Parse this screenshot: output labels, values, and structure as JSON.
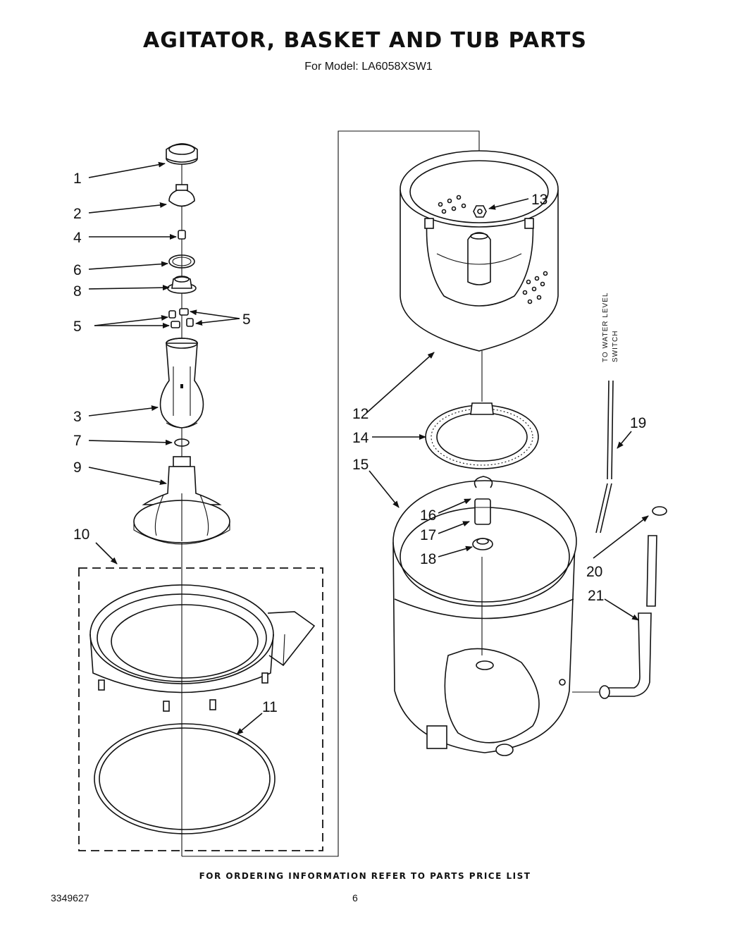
{
  "title": "AGITATOR, BASKET AND TUB PARTS",
  "subtitle": "For Model: LA6058XSW1",
  "callouts": {
    "c1": "1",
    "c2": "2",
    "c3": "3",
    "c4": "4",
    "c5a": "5",
    "c5b": "5",
    "c6": "6",
    "c7": "7",
    "c8": "8",
    "c9": "9",
    "c10": "10",
    "c11": "11",
    "c12": "12",
    "c13": "13",
    "c14": "14",
    "c15": "15",
    "c16": "16",
    "c17": "17",
    "c18": "18",
    "c19": "19",
    "c20": "20",
    "c21": "21"
  },
  "side_note": {
    "line1": "TO WATER LEVEL",
    "line2": "SWITCH"
  },
  "footer": "FOR ORDERING INFORMATION REFER TO PARTS PRICE LIST",
  "document_number": "3349627",
  "page_number": "6"
}
